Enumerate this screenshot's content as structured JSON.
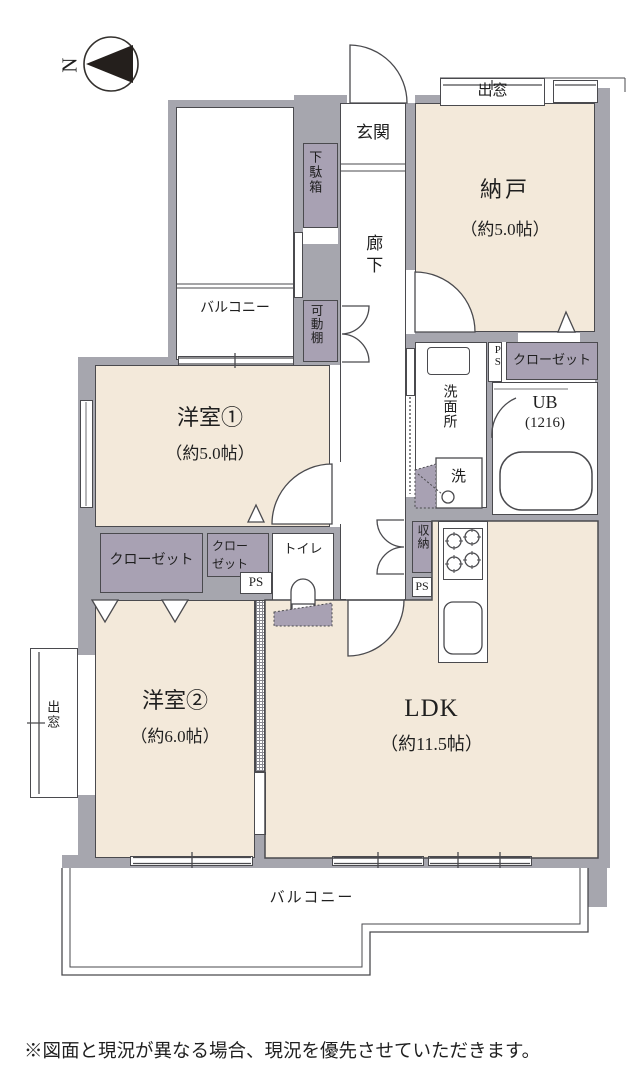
{
  "title_note": "※図面と現況が異なる場合、現況を優先させていただきます。",
  "compass": {
    "north": "N"
  },
  "rooms": {
    "nando": {
      "name": "納戸",
      "size": "（約5.0帖）"
    },
    "yoshitsu1": {
      "name": "洋室①",
      "size": "（約5.0帖）"
    },
    "yoshitsu2": {
      "name": "洋室②",
      "size": "（約6.0帖）"
    },
    "ldk": {
      "name": "LDK",
      "size": "（約11.5帖）"
    },
    "genkan": "玄関",
    "rouka": "廊下",
    "senmenjo": "洗面所",
    "toilet": "トイレ",
    "ub_name": "UB",
    "ub_size": "(1216)",
    "balcony": "バルコニー",
    "demado": "出窓",
    "getabako": "下駄箱",
    "kadoudana": "可動棚",
    "closet": "クローゼット",
    "closet_small_1": "クロー",
    "closet_small_2": "ゼット",
    "shuno": "収納",
    "ps": "PS",
    "sen": "洗"
  },
  "colors": {
    "room": "#f3e9da",
    "wall": "#a6a6ae",
    "closet": "#a8a1b3",
    "ink": "#1f1f1f",
    "line": "#4a4a4e"
  }
}
